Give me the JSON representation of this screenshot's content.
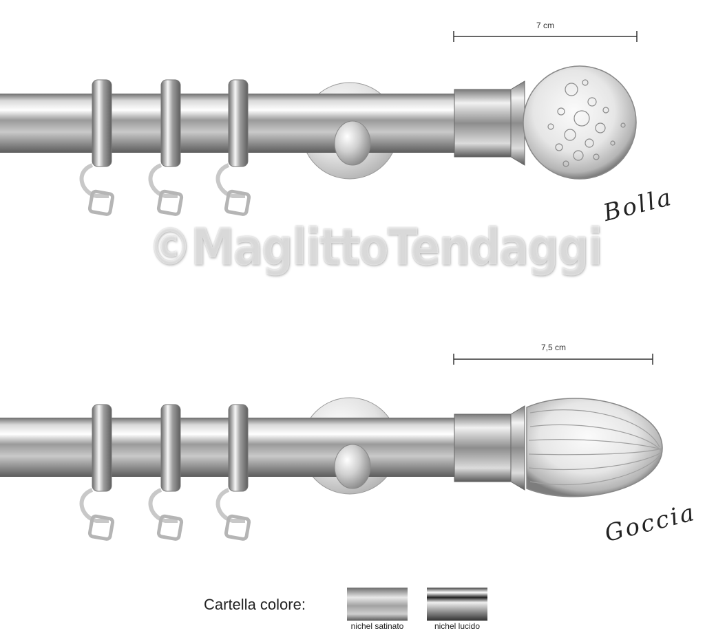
{
  "products": [
    {
      "name": "Bolla",
      "dimension": "7 cm"
    },
    {
      "name": "Goccia",
      "dimension": "7,5 cm"
    }
  ],
  "watermark": "©MaglittoTendaggi",
  "legend": {
    "title": "Cartella colore:",
    "swatches": [
      {
        "label": "nichel satinato"
      },
      {
        "label": "nichel lucido"
      }
    ]
  },
  "colors": {
    "chrome_dark": "#5a5a5a",
    "chrome_mid": "#b8b8b8",
    "chrome_light": "#f4f4f4",
    "background": "#ffffff"
  }
}
